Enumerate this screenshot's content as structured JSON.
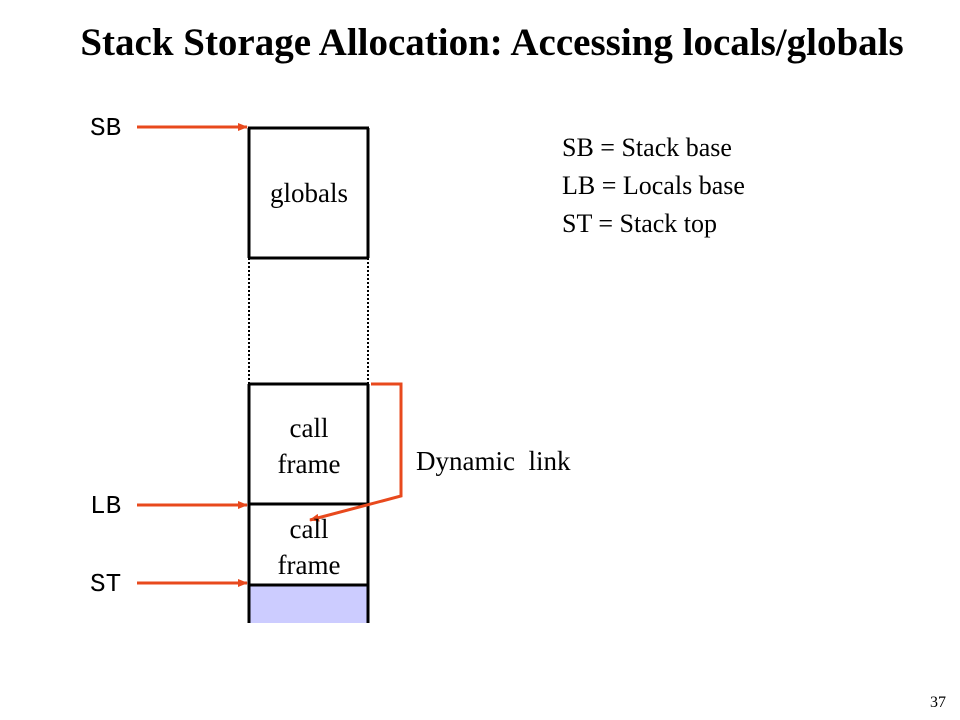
{
  "title": "Stack Storage Allocation: Accessing locals/globals",
  "registers": {
    "sb": "SB",
    "lb": "LB",
    "st": "ST"
  },
  "blocks": {
    "globals": "globals",
    "frame1_line1": "call",
    "frame1_line2": "frame",
    "frame2_line1": "call",
    "frame2_line2": "frame"
  },
  "legend": [
    "SB = Stack base",
    "LB = Locals base",
    "ST = Stack top"
  ],
  "dynamic_link": "Dynamic  link",
  "page_number": "37",
  "colors": {
    "arrow": "#e8491d",
    "free_space": "#ccccff",
    "outline": "#000000"
  }
}
